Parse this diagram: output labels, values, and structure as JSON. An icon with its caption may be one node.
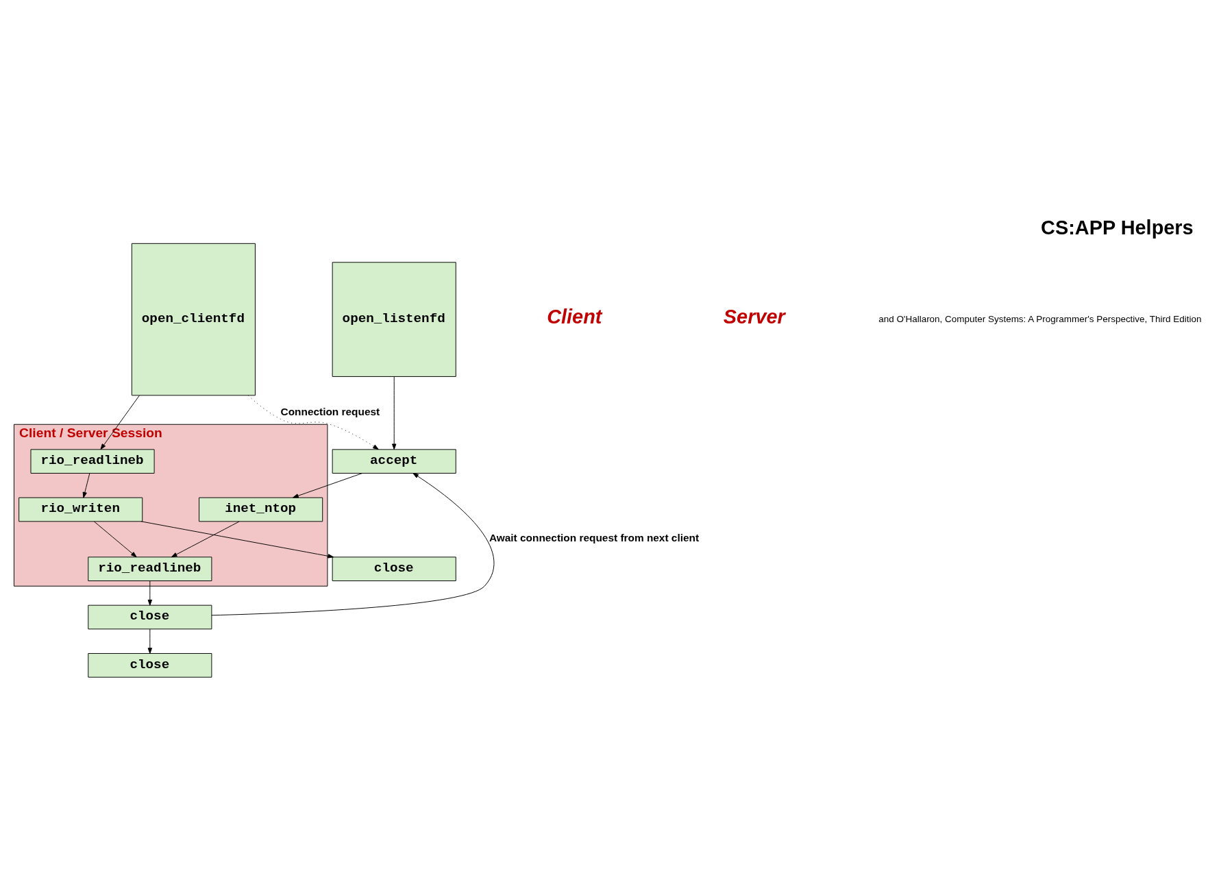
{
  "diagram": {
    "title": "CS:APP Helpers",
    "nodes": [
      {
        "text": [
          "open_clientfd"
        ]
      },
      {
        "text": [
          "open_listenfd"
        ]
      },
      {
        "text": [
          "accept"
        ]
      },
      {
        "text": [
          "Client / Server Session"
        ]
      },
      {
        "text": [
          "rio_readlineb"
        ],
        "in": 3
      },
      {
        "text": [
          "inet_ntop"
        ],
        "in": 3
      },
      {
        "text": [
          "rio_writen"
        ],
        "in": 3
      },
      {
        "text": [
          "rio_readlineb"
        ],
        "in": 3
      },
      {
        "text": [
          "close"
        ]
      },
      {
        "text": [
          "close"
        ]
      },
      {
        "text": [
          "close"
        ]
      }
    ],
    "edges": [
      {
        "from": 0,
        "to": 2,
        "arrow": "to",
        "style": "dashed",
        "label": "Connection request"
      },
      {
        "from": 1,
        "to": 2,
        "arrow": "to"
      },
      {
        "from": 0,
        "to": 4,
        "arrow": "to"
      },
      {
        "from": 2,
        "to": 5,
        "arrow": "to"
      },
      {
        "from": 4,
        "to": 6,
        "arrow": "to"
      },
      {
        "from": 5,
        "to": 7,
        "arrow": "to"
      },
      {
        "from": 6,
        "to": 7,
        "arrow": "to"
      },
      {
        "from": 6,
        "to": 8,
        "arrow": "to"
      },
      {
        "from": 7,
        "to": 9,
        "arrow": "to"
      },
      {
        "from": 9,
        "to": 2,
        "arrow": "to",
        "label": "Await connection request from next client"
      },
      {
        "from": 9,
        "to": 10,
        "arrow": "to"
      }
    ],
    "labels": [
      "Client",
      "Server",
      "and O'Hallaron, Computer Systems: A Programmer's Perspective, Third Edition"
    ]
  }
}
